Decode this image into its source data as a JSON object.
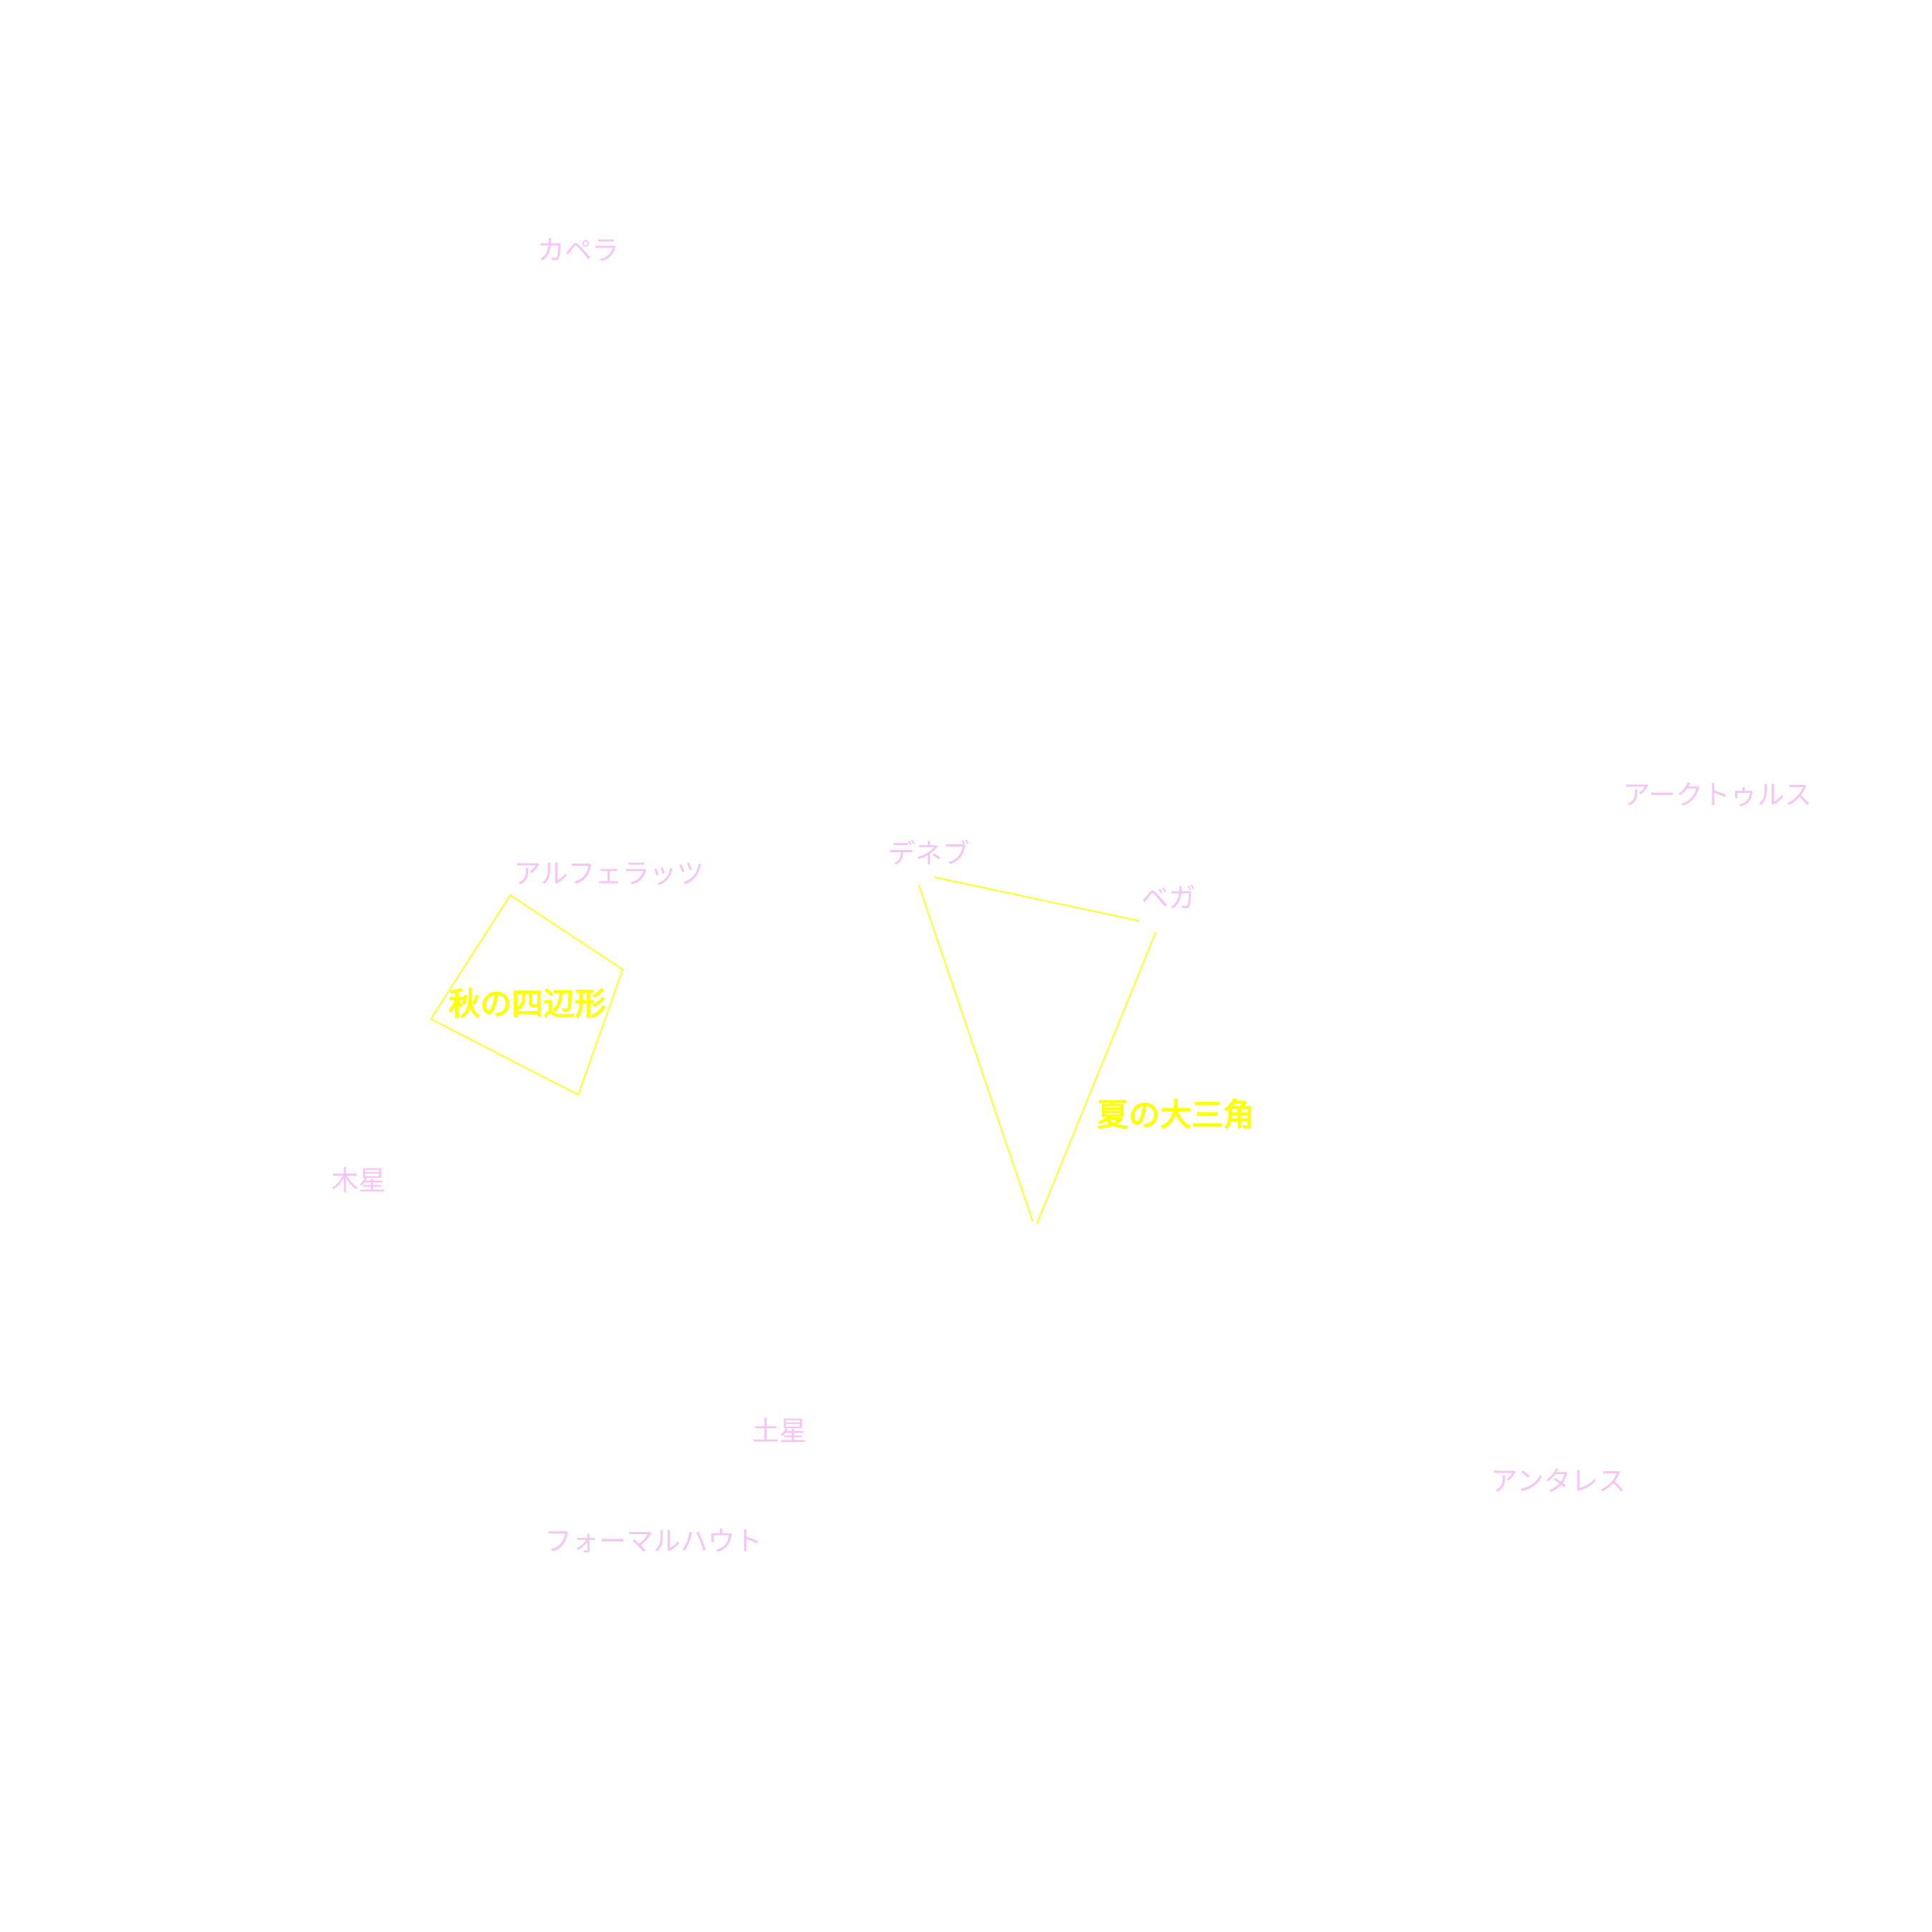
{
  "map": {
    "line_color": "#ffff33",
    "star_label_color": "#f5c6f5",
    "asterism_label_color": "#ffff00",
    "background_color": "#ffffff"
  },
  "stars": {
    "capella": "カペラ",
    "arcturus": "アークトゥルス",
    "alpheratz": "アルフェラッツ",
    "deneb": "デネブ",
    "vega": "ベガ",
    "jupiter": "木星",
    "saturn": "土星",
    "antares": "アンタレス",
    "fomalhaut": "フォーマルハウト"
  },
  "asterisms": {
    "autumn_square": "秋の四辺形",
    "summer_triangle": "夏の大三角"
  }
}
